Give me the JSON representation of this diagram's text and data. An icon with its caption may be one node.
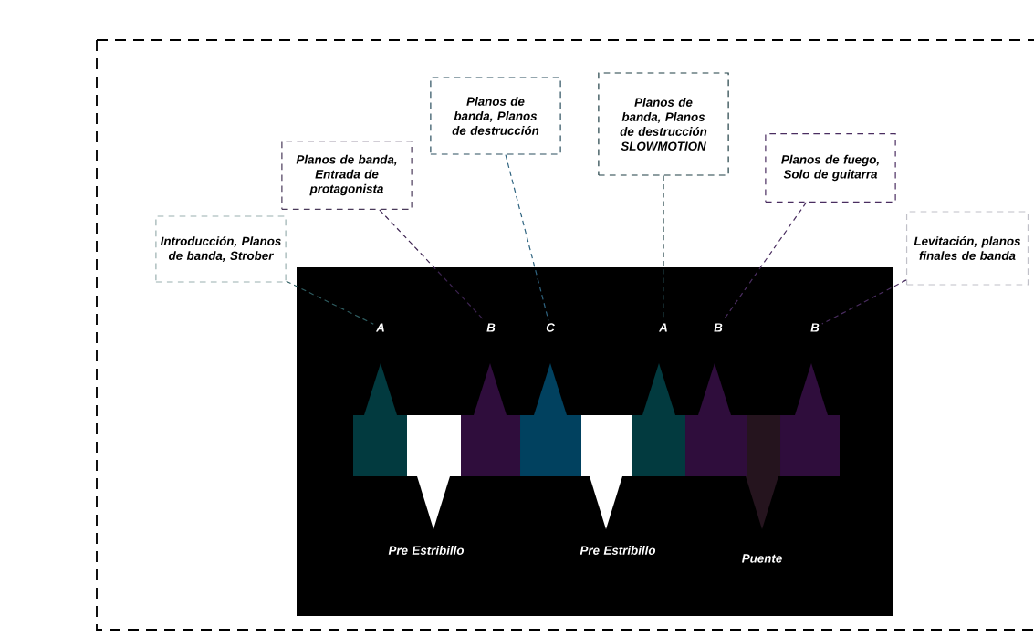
{
  "diagram": {
    "nodes": [
      {
        "text": [
          "Introducción, Planos de banda, Strober"
        ]
      },
      {
        "text": [
          "Planos de banda, Entrada de protagonista"
        ]
      },
      {
        "text": [
          "Planos de banda, Planos de destrucción"
        ]
      },
      {
        "text": [
          "Planos de banda, Planos de destrucción SLOWMOTION"
        ]
      },
      {
        "text": [
          "Planos de fuego, Solo de guitarra"
        ]
      },
      {
        "text": [
          "Levitación, planos finales de banda"
        ]
      },
      {
        "text": [
          "A"
        ]
      },
      {
        "text": [
          "B"
        ]
      },
      {
        "text": [
          "C"
        ]
      },
      {
        "text": [
          "A"
        ]
      },
      {
        "text": [
          "B"
        ]
      },
      {
        "text": [
          "B"
        ]
      }
    ],
    "edges": [
      {
        "from": 0,
        "to": 6,
        "arrow": "none",
        "style": "dashed",
        "color": "#2e5c60"
      },
      {
        "from": 1,
        "to": 7,
        "arrow": "none",
        "style": "dashed",
        "color": "#3c2350"
      },
      {
        "from": 2,
        "to": 8,
        "arrow": "none",
        "style": "dashed",
        "color": "#2f6480"
      },
      {
        "from": 3,
        "to": 9,
        "arrow": "none",
        "style": "dashed",
        "color": "#1f3f45"
      },
      {
        "from": 4,
        "to": 10,
        "arrow": "none",
        "style": "dashed",
        "color": "#4a2d60"
      },
      {
        "from": 5,
        "to": 11,
        "arrow": "none",
        "style": "dashed",
        "color": "#4a2d60"
      }
    ],
    "labels": [
      "Pre Estribillo",
      "Pre Estribillo",
      "Puente"
    ]
  }
}
